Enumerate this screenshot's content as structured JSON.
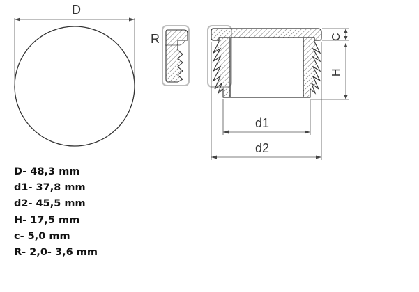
{
  "diagram": {
    "labels": {
      "D": "D",
      "R": "R",
      "c": "C",
      "H": "H",
      "d1": "d1",
      "d2": "d2"
    },
    "colors": {
      "line": "#3a3a3a",
      "hatch": "#666666",
      "highlight": "#b9b9b9",
      "text": "#111111"
    }
  },
  "specs": [
    "D- 48,3 mm",
    "d1- 37,8 mm",
    "d2- 45,5 mm",
    "H- 17,5 mm",
    "c- 5,0 mm",
    "R- 2,0- 3,6 mm"
  ]
}
